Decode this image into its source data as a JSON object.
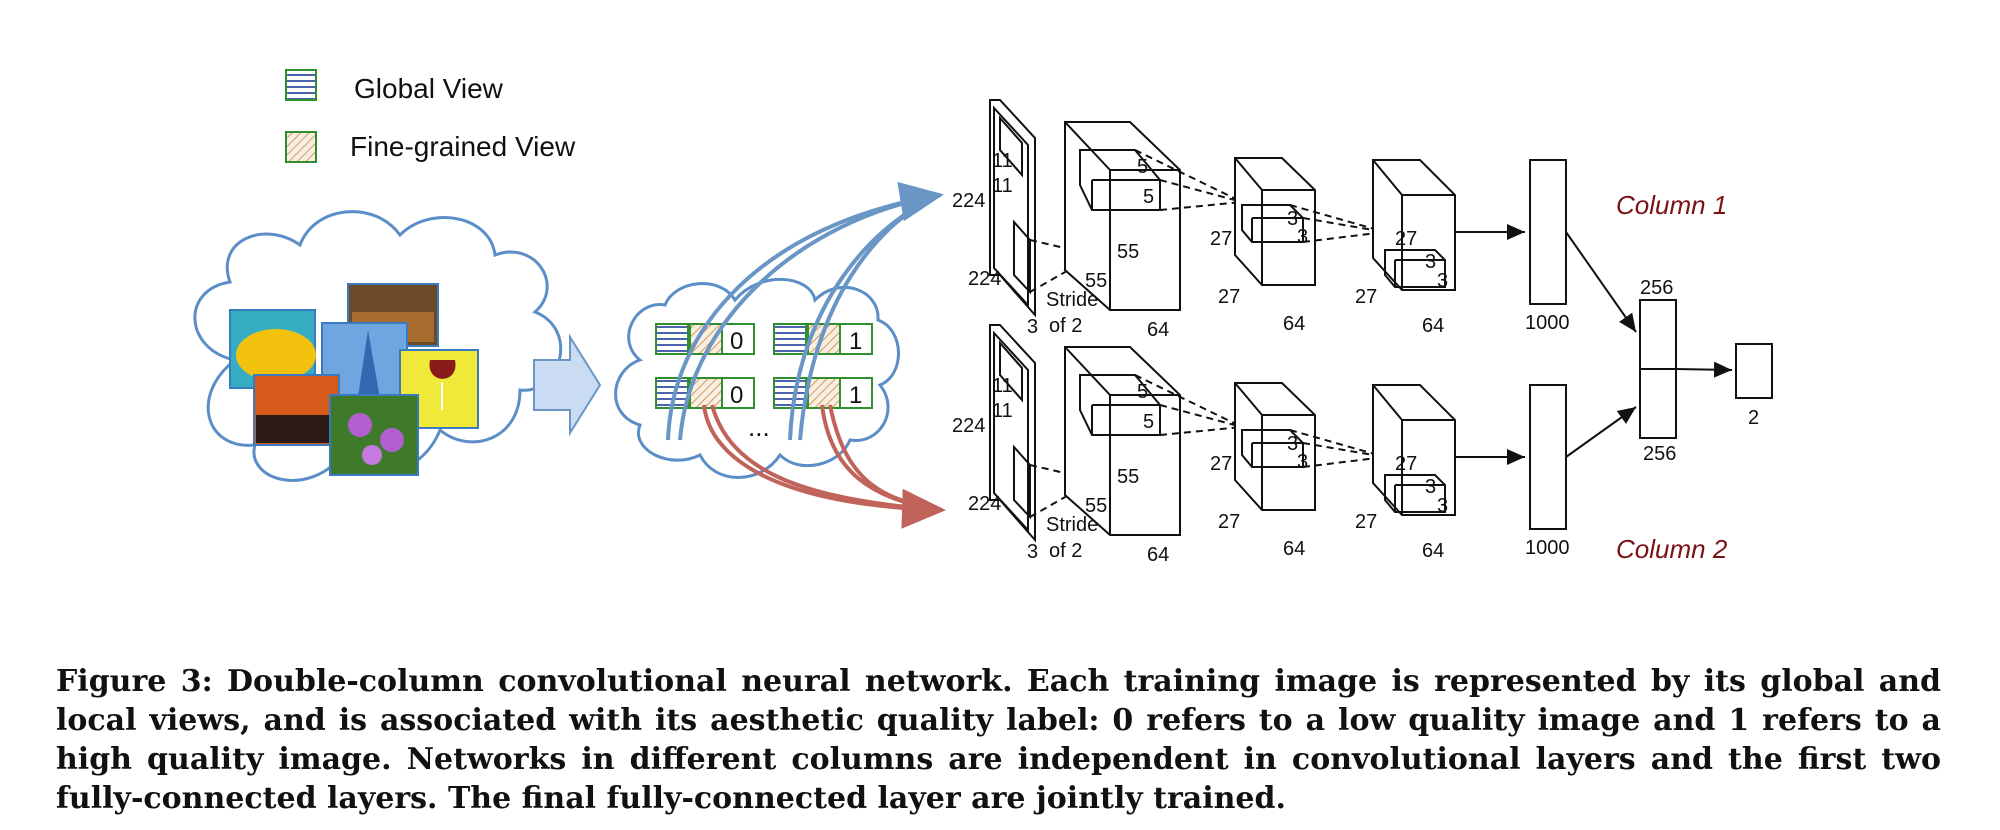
{
  "legend": {
    "global_view": "Global View",
    "fine_view": "Fine-grained View"
  },
  "pairs": [
    {
      "label": "0"
    },
    {
      "label": "1"
    },
    {
      "label": "0"
    },
    {
      "label": "1"
    }
  ],
  "ellipsis": "...",
  "net": {
    "input_size": "224",
    "kernel1": "11",
    "stride_line1": "Stride",
    "stride_line2": "of 2",
    "channels_in": "3",
    "map1": "55",
    "k2": "5",
    "d1": "64",
    "map2": "27",
    "k3": "3",
    "d2": "64",
    "d3": "64",
    "fc1": "1000"
  },
  "fc_joint": "256",
  "output": "2",
  "columns": {
    "col1": "Column 1",
    "col2": "Column 2"
  },
  "colors": {
    "blue_arrow": "#6a96c6",
    "red_arrow": "#c0645b",
    "cloud": "#5b8ec7",
    "column_label": "#7b1113",
    "green_box": "#2f8f2f"
  },
  "caption": {
    "label": "Figure 3:",
    "text": " Double-column convolutional neural network. Each training image is represented by its global and local views, and is associated with its aesthetic quality label: 0 refers to a low quality image and 1 refers to a high quality image. Networks in different columns are independent in convolutional layers and the first two fully-connected layers. The final fully-connected layer are jointly trained."
  }
}
